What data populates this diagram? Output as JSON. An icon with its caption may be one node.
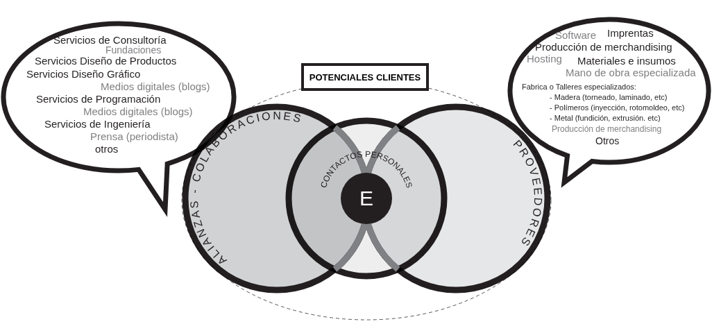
{
  "diagram": {
    "nodes": [
      {
        "text": [
          "POTENCIALES CLIENTES"
        ]
      },
      {
        "text": [
          "ALIANZAS - COLABORACIONES"
        ],
        "in": 0
      },
      {
        "text": [
          "CONTACTOS PERSONALES"
        ],
        "in": 0
      },
      {
        "text": [
          "PROVEEDORES"
        ],
        "in": 0
      },
      {
        "text": [
          "E"
        ],
        "in": 2
      },
      {
        "text": [
          "Servicios de Consultoría",
          "Fundaciones",
          "Servicios Diseño de Productos",
          "Servicios Diseño Gráfico",
          "Medios digitales (blogs)",
          "Servicios de Programación",
          "Medios digitales (blogs)",
          "Servicios de Ingeniería",
          "Prensa (periodista)",
          "otros"
        ]
      },
      {
        "text": [
          "Software",
          "Imprentas",
          "Producción de merchandising",
          "Hosting",
          "Materiales e insumos",
          "Mano de obra especializada",
          "Fabrica o Talleres especializados:",
          "- Madera (torneado, laminado, etc)",
          "- Polímeros (inyección, rotomoldeo, etc)",
          "- Metal (fundición, extrusión. etc)",
          "Producción de merchandising",
          "Otros"
        ]
      }
    ]
  }
}
